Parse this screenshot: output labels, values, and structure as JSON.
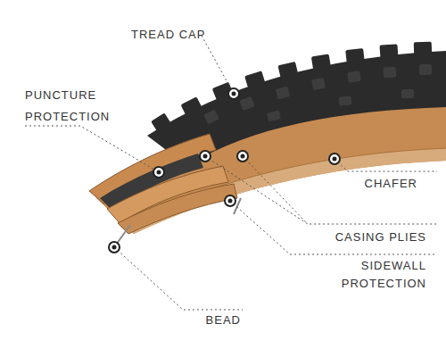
{
  "diagram": {
    "labels": [
      "TREAD CAP",
      "PUNCTURE PROTECTION",
      "CHAFER",
      "CASING PLIES",
      "SIDEWALL PROTECTION",
      "BEAD"
    ]
  }
}
